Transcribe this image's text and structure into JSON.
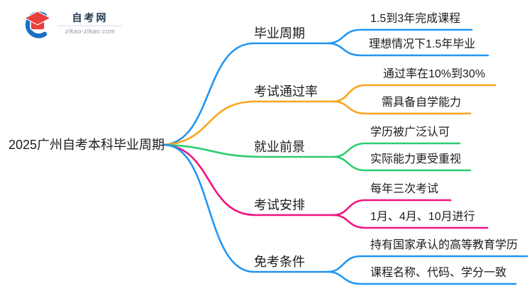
{
  "logo": {
    "title": "自考网",
    "domain": "zikao-zikao.com",
    "icon_colors": {
      "crescent": "#1a6fc4",
      "cap": "#e8413c"
    }
  },
  "root": {
    "label": "2025广州自考本科毕业周期"
  },
  "branches": [
    {
      "label": "毕业周期",
      "color": "#2196F3",
      "children": [
        "1.5到3年完成课程",
        "理想情况下1.5年毕业"
      ]
    },
    {
      "label": "考试通过率",
      "color": "#F9A51A",
      "children": [
        "通过率在10%到30%",
        "需具备自学能力"
      ]
    },
    {
      "label": "就业前景",
      "color": "#2ECC71",
      "children": [
        "学历被广泛认可",
        "实际能力更受重视"
      ]
    },
    {
      "label": "考试安排",
      "color": "#F0147E",
      "children": [
        "每年三次考试",
        "1月、4月、10月进行"
      ]
    },
    {
      "label": "免考条件",
      "color": "#2196F3",
      "children": [
        "持有国家承认的高等教育学历",
        "课程名称、代码、学分一致"
      ]
    }
  ]
}
